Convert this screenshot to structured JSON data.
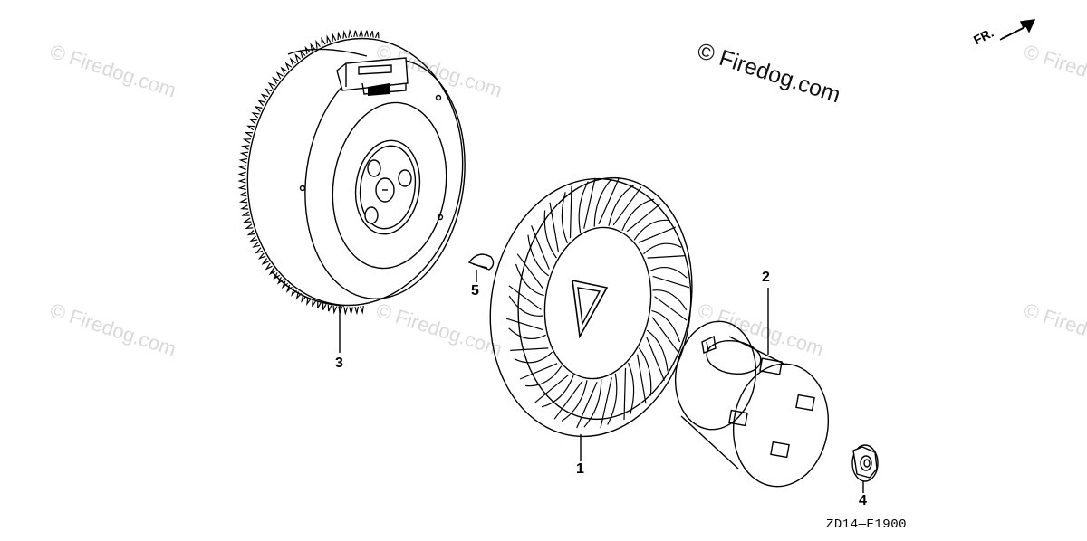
{
  "watermark": {
    "text": "© Firedog.com"
  },
  "copyright": "© Firedog.com",
  "direction_label": "FR.",
  "diagram_code": "ZD14—E1900",
  "callouts": {
    "fan": "1",
    "cup": "2",
    "flywheel": "3",
    "nut": "4",
    "key": "5"
  }
}
